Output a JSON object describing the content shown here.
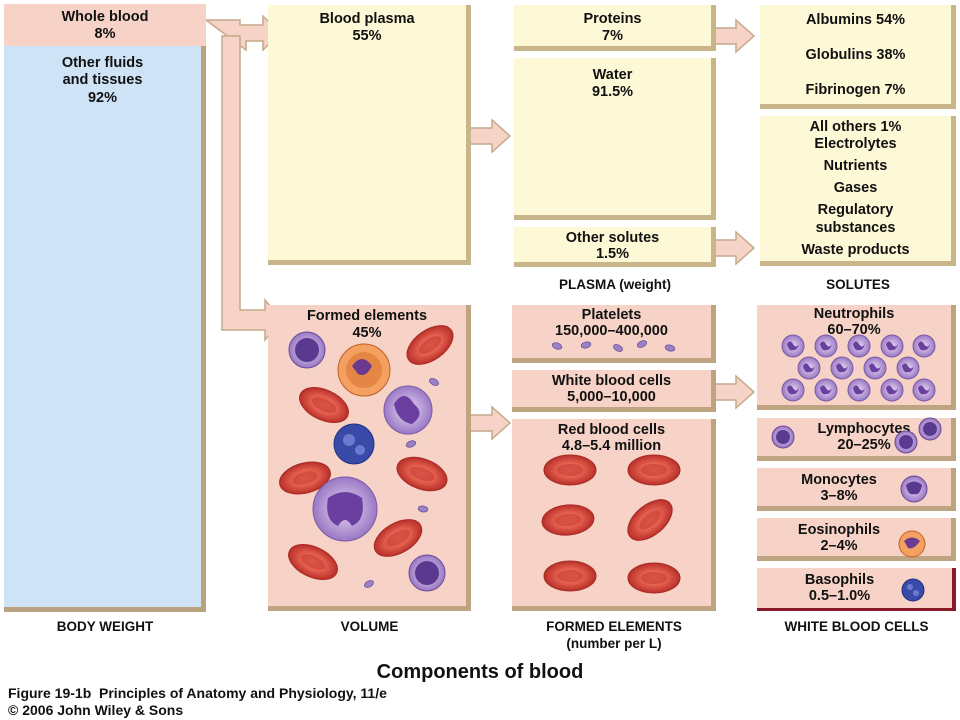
{
  "body_weight": {
    "whole_blood": "Whole blood",
    "whole_blood_pct": "8%",
    "other": "Other fluids",
    "other2": "and tissues",
    "other_pct": "92%"
  },
  "volume": {
    "plasma": "Blood plasma",
    "plasma_pct": "55%",
    "formed": "Formed elements",
    "formed_pct": "45%"
  },
  "plasma_weight": {
    "proteins": "Proteins",
    "proteins_pct": "7%",
    "water": "Water",
    "water_pct": "91.5%",
    "solutes": "Other solutes",
    "solutes_pct": "1.5%"
  },
  "solutes": {
    "albumins": "Albumins 54%",
    "globulins": "Globulins 38%",
    "fibrinogen": "Fibrinogen 7%",
    "others": [
      "All others 1%",
      "Electrolytes",
      "Nutrients",
      "Gases",
      "Regulatory",
      "substances",
      "Waste products"
    ]
  },
  "formed_elements": {
    "platelets": "Platelets",
    "platelets_count": "150,000–400,000",
    "wbc": "White blood cells",
    "wbc_count": "5,000–10,000",
    "rbc": "Red blood cells",
    "rbc_count": "4.8–5.4 million"
  },
  "wbc_types": {
    "neutrophils": "Neutrophils",
    "neutrophils_pct": "60–70%",
    "lymphocytes": "Lymphocytes",
    "lymphocytes_pct": "20–25%",
    "monocytes": "Monocytes",
    "monocytes_pct": "3–8%",
    "eosinophils": "Eosinophils",
    "eosinophils_pct": "2–4%",
    "basophils": "Basophils",
    "basophils_pct": "0.5–1.0%"
  },
  "column_labels": {
    "body_weight": "BODY WEIGHT",
    "volume": "VOLUME",
    "formed_elements": "FORMED ELEMENTS",
    "formed_elements_sub": "(number per L)",
    "wbc": "WHITE BLOOD CELLS",
    "plasma": "PLASMA (weight)",
    "solutes": "SOLUTES"
  },
  "title": "Components of blood",
  "caption": "Figure 19-1b  Principles of Anatomy and Physiology, 11/e",
  "copyright": "© 2006 John Wiley & Sons",
  "colors": {
    "plasma": "#fdf8d6",
    "formed": "#f6d3c6",
    "other_fluids": "#cfe3f7",
    "rbc": "#d8453a",
    "wbc": "#8a5ab8"
  }
}
